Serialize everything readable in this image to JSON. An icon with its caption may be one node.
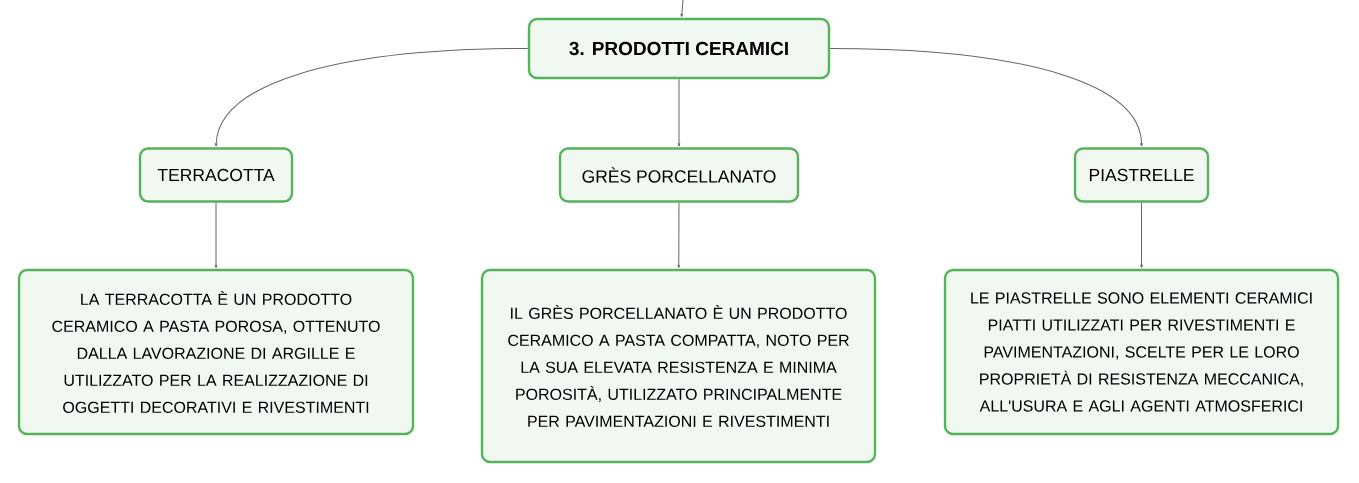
{
  "diagram": {
    "nodes": [
      {
        "text": [
          "3. PRODOTTI CERAMICI"
        ]
      },
      {
        "text": [
          "TERRACOTTA"
        ]
      },
      {
        "text": [
          "GRÈS PORCELLANATO"
        ]
      },
      {
        "text": [
          "PIASTRELLE"
        ]
      },
      {
        "text": [
          "LA TERRACOTTA È UN PRODOTTO CERAMICO A PASTA POROSA, OTTENUTO DALLA LAVORAZIONE DI ARGILLE E UTILIZZATO PER LA REALIZZAZIONE DI OGGETTI DECORATIVI E RIVESTIMENTI"
        ]
      },
      {
        "text": [
          "IL GRÈS PORCELLANATO È UN PRODOTTO CERAMICO A PASTA COMPATTA, NOTO PER LA SUA ELEVATA RESISTENZA E MINIMA POROSITÀ, UTILIZZATO PRINCIPALMENTE PER PAVIMENTAZIONI E RIVESTIMENTI"
        ]
      },
      {
        "text": [
          "LE PIASTRELLE SONO ELEMENTI CERAMICI PIATTI UTILIZZATI PER RIVESTIMENTI E PAVIMENTAZIONI, SCELTE PER LE LORO PROPRIETÀ DI RESISTENZA MECCANICA, ALL'USURA E AGLI AGENTI ATMOSFERICI"
        ]
      }
    ],
    "edges": [
      {
        "from": null,
        "to": 0,
        "arrow": "to"
      },
      {
        "from": 0,
        "to": 1,
        "arrow": "to"
      },
      {
        "from": 0,
        "to": 2,
        "arrow": "to"
      },
      {
        "from": 0,
        "to": 3,
        "arrow": "to"
      },
      {
        "from": 1,
        "to": 4,
        "arrow": "to"
      },
      {
        "from": 2,
        "to": 5,
        "arrow": "to"
      },
      {
        "from": 3,
        "to": 6,
        "arrow": "to"
      }
    ]
  }
}
